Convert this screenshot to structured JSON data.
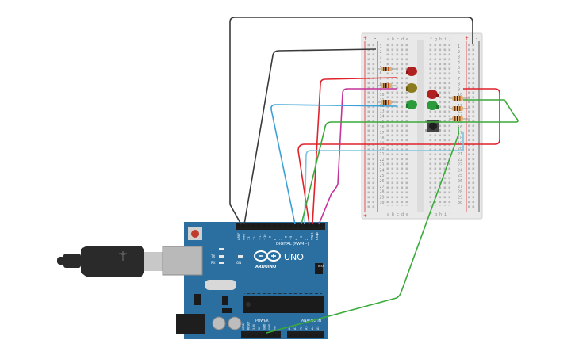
{
  "board": {
    "logo_text": "ARDUINO",
    "model": "UNO",
    "digital_header_label": "DIGITAL (PWM~)",
    "power_label": "POWER",
    "analog_label": "ANALOG IN",
    "top_pin_labels": [
      "AREF",
      "GND",
      "13",
      "12",
      "~11",
      "~10",
      "~9",
      "8",
      "7",
      "~6",
      "~5",
      "4",
      "~3",
      "2",
      "TX▶1",
      "RX◀0"
    ],
    "power_pin_labels": [
      "IOREF",
      "RESET",
      "3.3V",
      "5V",
      "GND",
      "GND",
      "Vin"
    ],
    "analog_pin_labels": [
      "A0",
      "A1",
      "A2",
      "A3",
      "A4",
      "A5"
    ],
    "led_labels": [
      "L",
      "TX",
      "RX"
    ],
    "on_label": "ON",
    "icsp_label": "ICSP"
  },
  "breadboard": {
    "column_letters_left": [
      "a",
      "b",
      "c",
      "d",
      "e"
    ],
    "column_letters_right": [
      "f",
      "g",
      "h",
      "i",
      "j"
    ],
    "row_count": 30,
    "rail_plus": "+",
    "rail_minus": "-"
  },
  "colors": {
    "board": "#2a6fa0",
    "wire_black": "#3a3a3a",
    "wire_red": "#e0222a",
    "wire_magenta": "#c4349a",
    "wire_green": "#3aaa3a",
    "wire_blue": "#3ba0d8",
    "wire_lightblue": "#7ec3e0",
    "led_red": "#b02020",
    "led_yellow": "#8c7a1e",
    "led_green": "#2a9a3a"
  }
}
